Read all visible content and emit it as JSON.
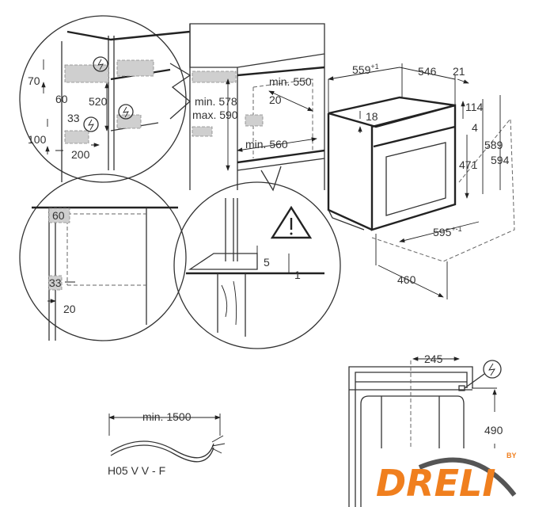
{
  "colors": {
    "line": "#333333",
    "highlight": "#cfcfcf",
    "logo": "#f07f1e"
  },
  "detail_circle_top": {
    "dims": [
      "70",
      "60",
      "520",
      "33",
      "100",
      "200"
    ],
    "icons": [
      "power-icon",
      "power-icon",
      "power-icon"
    ]
  },
  "detail_circle_left": {
    "dims": [
      "60",
      "33",
      "20"
    ]
  },
  "cabinet": {
    "min_550": "min. 550",
    "min_578": "min. 578",
    "max_590": "max. 590",
    "d20": "20",
    "min_560": "min. 560"
  },
  "detail_circle_bottom": {
    "d5": "5",
    "d1": "1"
  },
  "oven": {
    "w559": "559",
    "w559_tol": "+1",
    "d546": "546",
    "d21": "21",
    "d18": "18",
    "h114": "114",
    "h4": "4",
    "h589": "589",
    "h594": "594",
    "h471": "471",
    "w595": "595",
    "w595_tol": "+-1",
    "d460": "460"
  },
  "cable": {
    "length": "min. 1500",
    "type": "H05 V V - F"
  },
  "side_view": {
    "w245": "245",
    "h490": "490"
  },
  "logo": {
    "text": "DRELI",
    "by": "BY"
  }
}
